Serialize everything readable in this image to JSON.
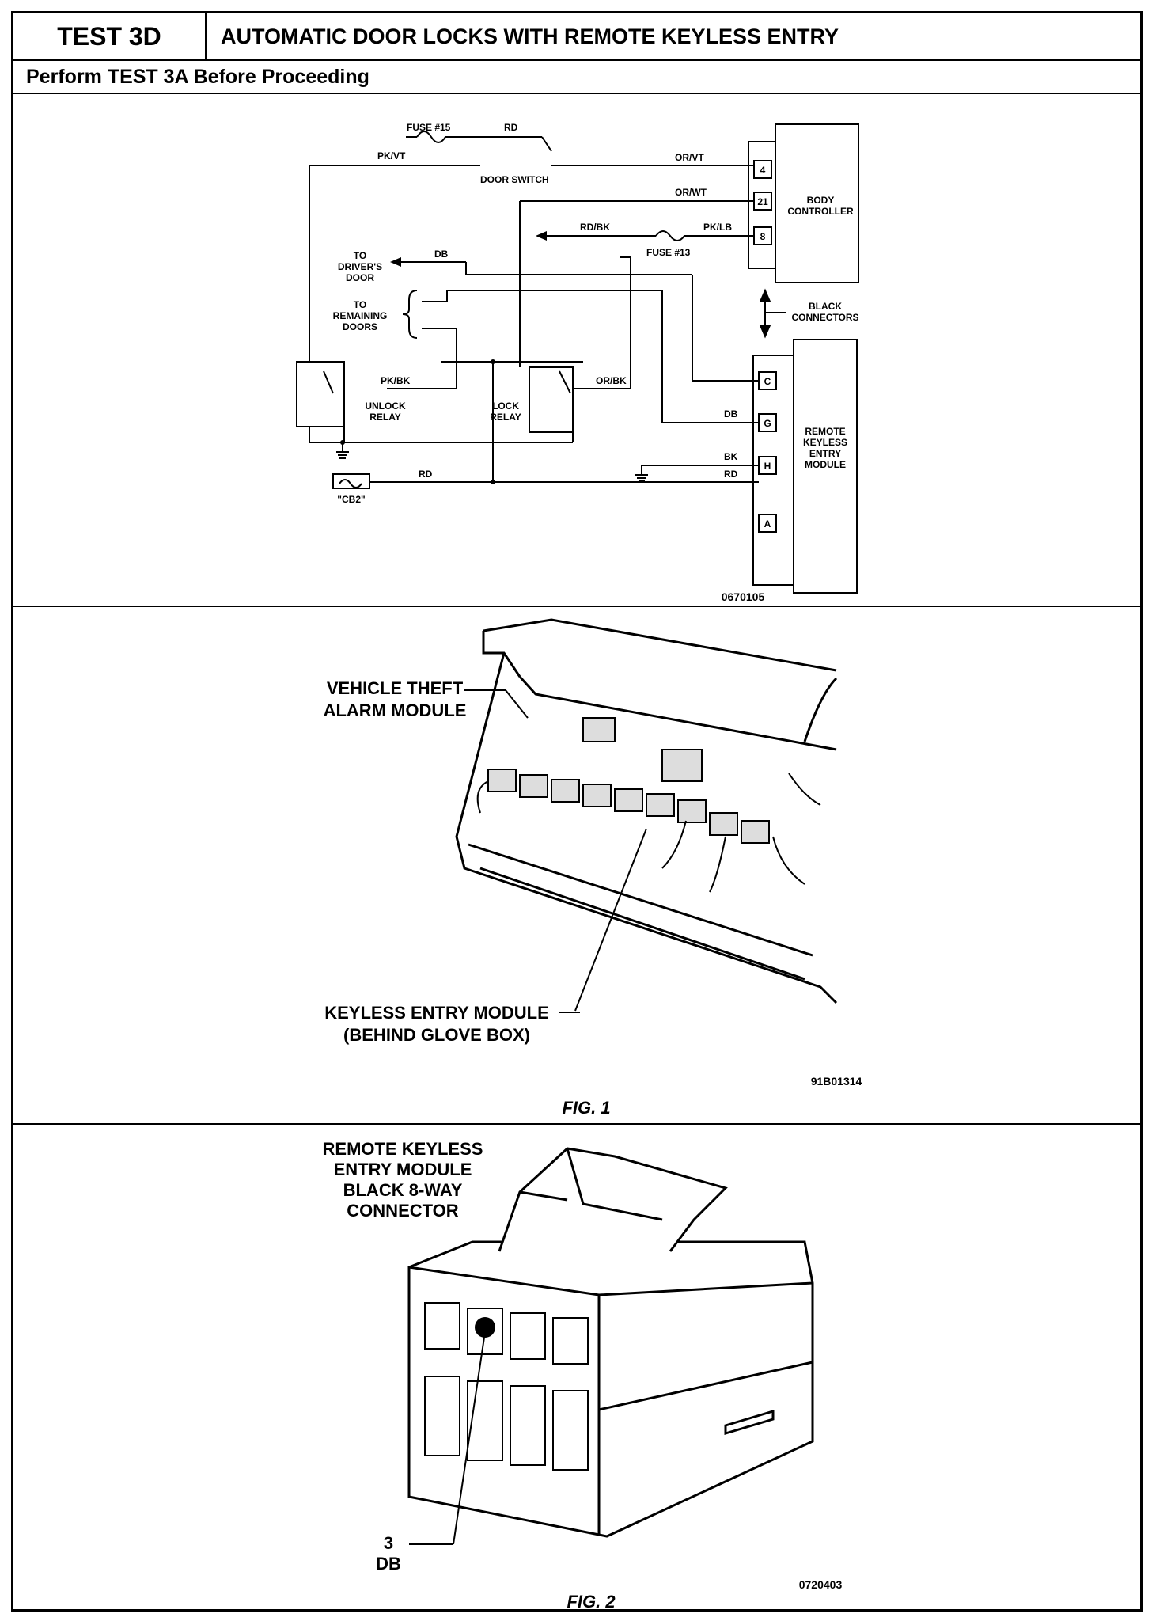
{
  "header": {
    "test_id": "TEST 3D",
    "title": "AUTOMATIC DOOR LOCKS WITH REMOTE KEYLESS ENTRY",
    "prerequisite": "Perform TEST 3A Before Proceeding"
  },
  "schematic": {
    "fuse15": "FUSE #15",
    "rd_top": "RD",
    "pk_vt": "PK/VT",
    "door_switch": "DOOR SWITCH",
    "or_vt": "OR/VT",
    "or_wt": "OR/WT",
    "rd_bk": "RD/BK",
    "pk_lb": "PK/LB",
    "fuse13": "FUSE #13",
    "pin4": "4",
    "pin21": "21",
    "pin8": "8",
    "body_controller": [
      "BODY",
      "CONTROLLER"
    ],
    "to_drivers_door": [
      "TO",
      "DRIVER'S",
      "DOOR"
    ],
    "db_top": "DB",
    "to_remaining_doors": [
      "TO",
      "REMAINING",
      "DOORS"
    ],
    "black_connectors": [
      "BLACK",
      "CONNECTORS"
    ],
    "pk_bk": "PK/BK",
    "or_bk": "OR/BK",
    "unlock_relay": [
      "UNLOCK",
      "RELAY"
    ],
    "lock_relay": [
      "LOCK",
      "RELAY"
    ],
    "pinC": "C",
    "pinG": "G",
    "pinH": "H",
    "pinA": "A",
    "db_g": "DB",
    "bk_h": "BK",
    "rd_a": "RD",
    "rd_cb": "RD",
    "rke_module": [
      "REMOTE",
      "KEYLESS",
      "ENTRY",
      "MODULE"
    ],
    "cb2": "\"CB2\"",
    "code": "0670105"
  },
  "fig1": {
    "theft_label": [
      "VEHICLE THEFT",
      "ALARM MODULE"
    ],
    "keyless_label": [
      "KEYLESS ENTRY MODULE",
      "(BEHIND GLOVE BOX)"
    ],
    "code": "91B01314",
    "caption": "FIG. 1"
  },
  "fig2": {
    "connector_label": [
      "REMOTE KEYLESS",
      "ENTRY MODULE",
      "BLACK 8-WAY",
      "CONNECTOR"
    ],
    "pin_number": "3",
    "pin_color": "DB",
    "code": "0720403",
    "caption": "FIG. 2"
  }
}
